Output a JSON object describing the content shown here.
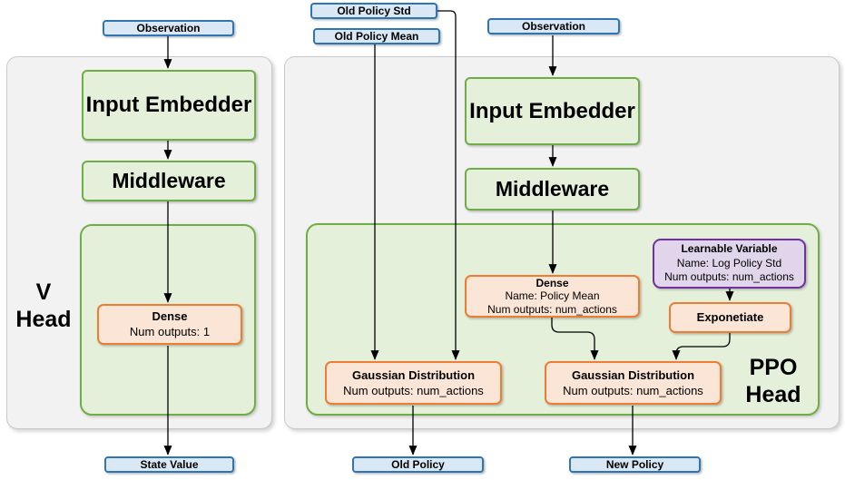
{
  "diagram": {
    "inputs": {
      "observation_left": "Observation",
      "old_policy_std": "Old Policy Std",
      "old_policy_mean": "Old Policy Mean",
      "observation_right": "Observation"
    },
    "v_head": {
      "label_line1": "V",
      "label_line2": "Head",
      "input_embedder": "Input Embedder",
      "middleware": "Middleware",
      "dense": {
        "title": "Dense",
        "line1": "Num outputs: 1"
      }
    },
    "ppo_head": {
      "label_line1": "PPO",
      "label_line2": "Head",
      "input_embedder": "Input Embedder",
      "middleware": "Middleware",
      "dense": {
        "title": "Dense",
        "line1": "Name: Policy Mean",
        "line2": "Num outputs: num_actions"
      },
      "learnable_variable": {
        "title": "Learnable Variable",
        "line1": "Name: Log Policy Std",
        "line2": "Num outputs: num_actions"
      },
      "exponetiate": "Exponetiate",
      "gaussian_old": {
        "title": "Gaussian Distribution",
        "line1": "Num outputs: num_actions"
      },
      "gaussian_new": {
        "title": "Gaussian Distribution",
        "line1": "Num outputs: num_actions"
      }
    },
    "outputs": {
      "state_value": "State Value",
      "old_policy": "Old Policy",
      "new_policy": "New Policy"
    },
    "colors": {
      "blue_fill": "#DAE8F6",
      "blue_border": "#2E75B5",
      "green_fill": "#E5F0DB",
      "green_border": "#70AD47",
      "orange_fill": "#FBE5D6",
      "orange_border": "#ED7D31",
      "purple_fill": "#E0D5EB",
      "purple_border": "#7030A0",
      "container_fill": "#F2F2F2",
      "container_border": "#C9C9C9"
    }
  }
}
